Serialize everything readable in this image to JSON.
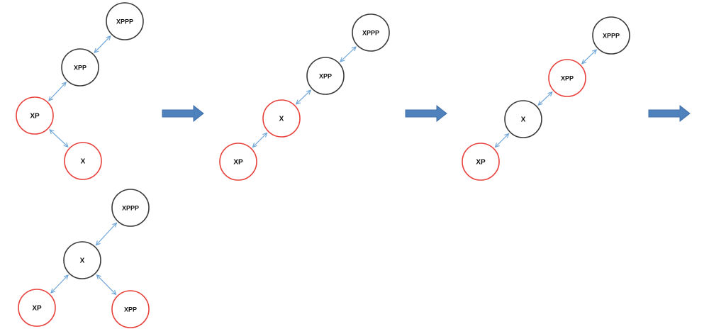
{
  "colors": {
    "black_node": "#3a3a3a",
    "red_node": "#e8413c",
    "edge": "#6fa6d8",
    "arrow_fill": "#4f81bd",
    "arrow_stroke": "#3f6fa8",
    "background": "#ffffff"
  },
  "stages": [
    {
      "id": "stage1",
      "nodes": [
        {
          "id": "s1-xppp",
          "label": "XPPP",
          "color": "black"
        },
        {
          "id": "s1-xpp",
          "label": "XPP",
          "color": "black"
        },
        {
          "id": "s1-xp",
          "label": "XP",
          "color": "red"
        },
        {
          "id": "s1-x",
          "label": "X",
          "color": "red"
        }
      ],
      "edges": [
        [
          "s1-xppp",
          "s1-xpp"
        ],
        [
          "s1-xpp",
          "s1-xp"
        ],
        [
          "s1-xp",
          "s1-x"
        ]
      ]
    },
    {
      "id": "stage2",
      "nodes": [
        {
          "id": "s2-xppp",
          "label": "XPPP",
          "color": "black"
        },
        {
          "id": "s2-xpp",
          "label": "XPP",
          "color": "black"
        },
        {
          "id": "s2-x",
          "label": "X",
          "color": "red"
        },
        {
          "id": "s2-xp",
          "label": "XP",
          "color": "red"
        }
      ],
      "edges": [
        [
          "s2-xppp",
          "s2-xpp"
        ],
        [
          "s2-xpp",
          "s2-x"
        ],
        [
          "s2-x",
          "s2-xp"
        ]
      ]
    },
    {
      "id": "stage3",
      "nodes": [
        {
          "id": "s3-xppp",
          "label": "XPPP",
          "color": "black"
        },
        {
          "id": "s3-xpp",
          "label": "XPP",
          "color": "red"
        },
        {
          "id": "s3-x",
          "label": "X",
          "color": "black"
        },
        {
          "id": "s3-xp",
          "label": "XP",
          "color": "red"
        }
      ],
      "edges": [
        [
          "s3-xppp",
          "s3-xpp"
        ],
        [
          "s3-xpp",
          "s3-x"
        ],
        [
          "s3-x",
          "s3-xp"
        ]
      ]
    },
    {
      "id": "stage4",
      "nodes": [
        {
          "id": "s4-xppp",
          "label": "XPPP",
          "color": "black"
        },
        {
          "id": "s4-x",
          "label": "X",
          "color": "black"
        },
        {
          "id": "s4-xp",
          "label": "XP",
          "color": "red"
        },
        {
          "id": "s4-xpp",
          "label": "XPP",
          "color": "red"
        }
      ],
      "edges": [
        [
          "s4-xppp",
          "s4-x"
        ],
        [
          "s4-x",
          "s4-xp"
        ],
        [
          "s4-x",
          "s4-xpp"
        ]
      ]
    }
  ],
  "transitions": [
    {
      "id": "arrow-1",
      "from": "stage1",
      "to": "stage2"
    },
    {
      "id": "arrow-2",
      "from": "stage2",
      "to": "stage3"
    },
    {
      "id": "arrow-3",
      "from": "stage3",
      "to": "stage4"
    }
  ]
}
